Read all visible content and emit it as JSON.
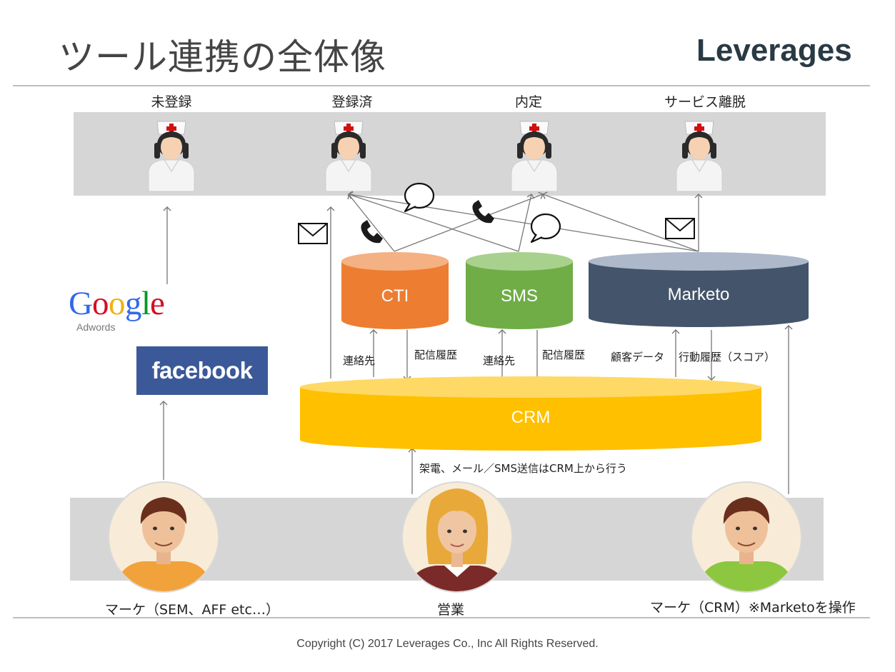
{
  "header": {
    "title": "ツール連携の全体像",
    "brand": "Leverages"
  },
  "stages": [
    "未登録",
    "登録済",
    "内定",
    "サービス離脱"
  ],
  "systems": {
    "cti": "CTI",
    "sms": "SMS",
    "marketo": "Marketo",
    "crm": "CRM"
  },
  "flows": {
    "cti_contact": "連絡先",
    "cti_history": "配信履歴",
    "sms_contact": "連絡先",
    "sms_history": "配信履歴",
    "marketo_customer": "顧客データ",
    "marketo_behavior": "行動履歴（スコア）",
    "crm_note": "架電、メール／SMS送信はCRM上から行う"
  },
  "ads": {
    "google": "Google",
    "google_sub": "Adwords",
    "facebook": "facebook"
  },
  "people": [
    {
      "label": "マーケ（SEM、AFF etc…）"
    },
    {
      "label": "営業"
    },
    {
      "label": "マーケ（CRM）※Marketoを操作"
    }
  ],
  "footer": {
    "copyright": "Copyright (C) 2017 Leverages Co., Inc All Rights Reserved."
  },
  "colors": {
    "cti": "#ed7d31",
    "sms": "#70ad47",
    "marketo": "#44546a",
    "crm": "#ffc000",
    "facebook": "#3b5998"
  }
}
